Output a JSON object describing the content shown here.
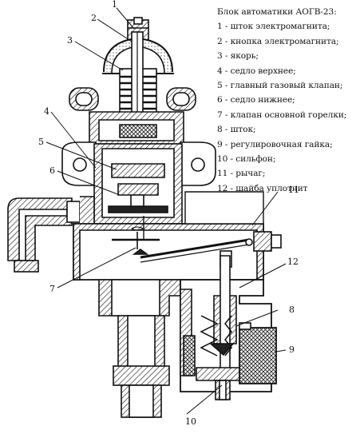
{
  "legend": {
    "title": "Блок автоматики АОГВ-23:",
    "items": [
      "1 - шток электромагнита;",
      "2 - кнопка электромагнита;",
      "3 - якорь;",
      "4 - седло верхнее;",
      "5 - главный газовый клапан;",
      "6 - седло нижнее;",
      "7 - клапан основной горелки;",
      "8 - шток;",
      "9 - регулировочная гайка;",
      "10 - сильфон;",
      "11 - рычаг;",
      "12 - шайба уплотнит"
    ]
  },
  "callouts": [
    "1",
    "2",
    "3",
    "4",
    "5",
    "6",
    "7",
    "8",
    "9",
    "10",
    "11",
    "12"
  ]
}
